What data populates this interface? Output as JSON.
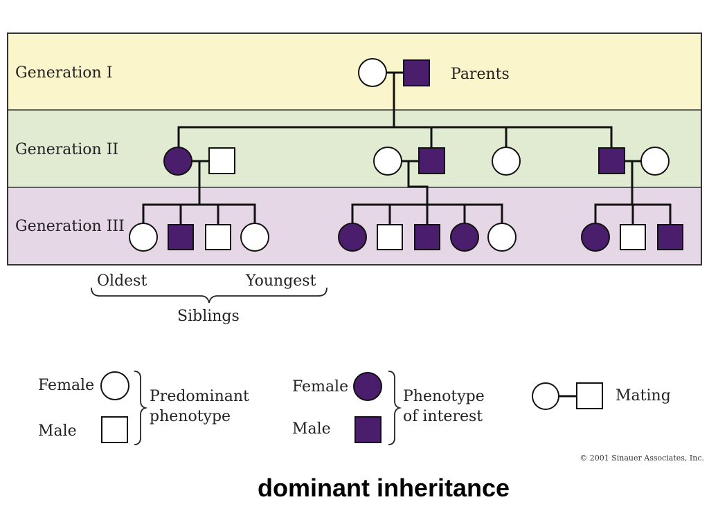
{
  "generations": [
    {
      "label": "Generation I",
      "band_color": "#fbf5cc"
    },
    {
      "label": "Generation II",
      "band_color": "#e1ebd2"
    },
    {
      "label": "Generation III",
      "band_color": "#e6d7e6"
    }
  ],
  "parents_label": "Parents",
  "siblings": {
    "oldest": "Oldest",
    "youngest": "Youngest",
    "label": "Siblings"
  },
  "legend": {
    "female": "Female",
    "male": "Male",
    "predominant_line1": "Predominant",
    "predominant_line2": "phenotype",
    "interest_line1": "Phenotype",
    "interest_line2": "of interest",
    "mating": "Mating"
  },
  "copyright": "© 2001 Sinauer Associates, Inc.",
  "title": "dominant inheritance",
  "colors": {
    "affected": "#4a1e6c",
    "unaffected": "#ffffff",
    "stroke": "#111111",
    "frame": "#333333"
  },
  "individuals": [
    {
      "id": "g1-female",
      "sex": "female",
      "affected": false,
      "generation": "I"
    },
    {
      "id": "g1-male",
      "sex": "male",
      "affected": true,
      "generation": "I"
    },
    {
      "id": "g2-female-a",
      "sex": "female",
      "affected": true,
      "generation": "II"
    },
    {
      "id": "g2-spouse-male-a",
      "sex": "male",
      "affected": false,
      "generation": "II"
    },
    {
      "id": "g2-spouse-female-b",
      "sex": "female",
      "affected": false,
      "generation": "II"
    },
    {
      "id": "g2-male-b",
      "sex": "male",
      "affected": true,
      "generation": "II"
    },
    {
      "id": "g2-female-c",
      "sex": "female",
      "affected": false,
      "generation": "II"
    },
    {
      "id": "g2-male-d",
      "sex": "male",
      "affected": true,
      "generation": "II"
    },
    {
      "id": "g2-spouse-female-d",
      "sex": "female",
      "affected": false,
      "generation": "II"
    },
    {
      "id": "g3-a1",
      "sex": "female",
      "affected": false,
      "generation": "III"
    },
    {
      "id": "g3-a2",
      "sex": "male",
      "affected": true,
      "generation": "III"
    },
    {
      "id": "g3-a3",
      "sex": "male",
      "affected": false,
      "generation": "III"
    },
    {
      "id": "g3-a4",
      "sex": "female",
      "affected": false,
      "generation": "III"
    },
    {
      "id": "g3-b1",
      "sex": "female",
      "affected": true,
      "generation": "III"
    },
    {
      "id": "g3-b2",
      "sex": "male",
      "affected": false,
      "generation": "III"
    },
    {
      "id": "g3-b3",
      "sex": "male",
      "affected": true,
      "generation": "III"
    },
    {
      "id": "g3-b4",
      "sex": "female",
      "affected": true,
      "generation": "III"
    },
    {
      "id": "g3-b5",
      "sex": "female",
      "affected": false,
      "generation": "III"
    },
    {
      "id": "g3-d1",
      "sex": "female",
      "affected": true,
      "generation": "III"
    },
    {
      "id": "g3-d2",
      "sex": "male",
      "affected": false,
      "generation": "III"
    },
    {
      "id": "g3-d3",
      "sex": "male",
      "affected": true,
      "generation": "III"
    }
  ]
}
